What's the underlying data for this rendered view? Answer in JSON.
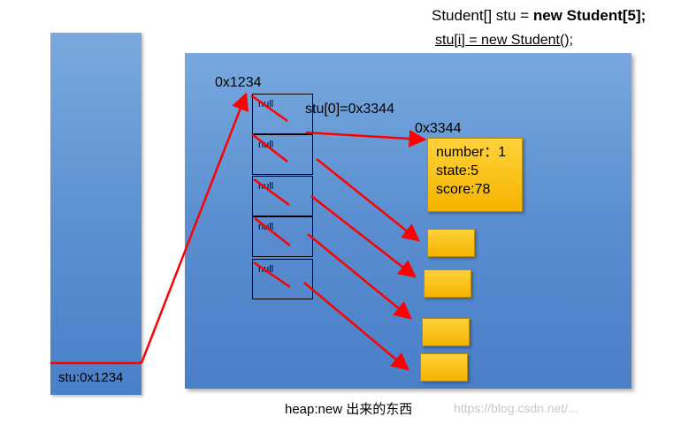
{
  "code": {
    "declaration_prefix": "Student[] stu = ",
    "declaration_bold": "new Student[5];",
    "instantiation": "stu[i] = new Student();"
  },
  "stack": {
    "label": "stu:0x1234"
  },
  "heap": {
    "label": "heap:new 出来的东西",
    "array_address": "0x1234",
    "element_assignment": "stu[0]=0x3344",
    "object_address": "0x3344",
    "cells": [
      "null",
      "null",
      "null",
      "null",
      "null"
    ],
    "student": {
      "number": "number：1",
      "state": "state:5",
      "score": "score:78"
    }
  },
  "watermark": "https://blog.csdn.net/..."
}
